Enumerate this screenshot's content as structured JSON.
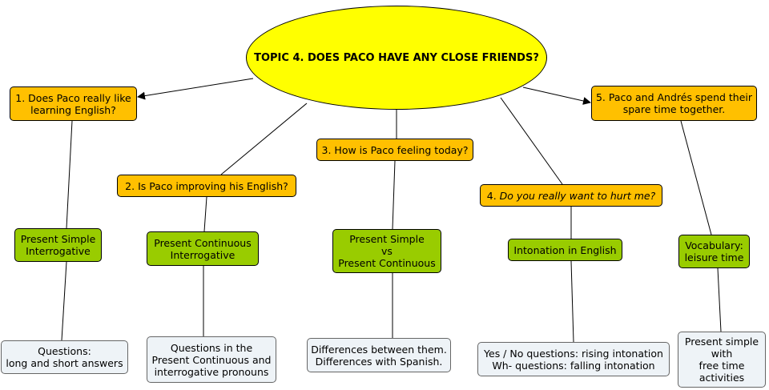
{
  "title": "TOPIC 4. DOES PACO HAVE ANY CLOSE FRIENDS?",
  "colors": {
    "root_fill": "#ffff00",
    "question_fill": "#ffc000",
    "grammar_fill": "#99cc00",
    "detail_fill": "#eef3f7"
  },
  "branches": [
    {
      "question": "1. Does Paco really like\nlearning English?",
      "grammar": "Present Simple\nInterrogative",
      "detail": "Questions:\nlong and short answers"
    },
    {
      "question": "2. Is Paco improving his English?",
      "grammar": "Present Continuous\nInterrogative",
      "detail": "Questions in the\nPresent Continuous and\ninterrogative pronouns"
    },
    {
      "question": "3. How is Paco feeling today?",
      "grammar": "Present Simple\nvs\nPresent Continuous",
      "detail": "Differences between them.\nDifferences with Spanish."
    },
    {
      "question_number": "4.",
      "question_text": "Do you really want to hurt me?",
      "grammar": "Intonation in English",
      "detail": "Yes / No questions: rising intonation\nWh- questions: falling intonation"
    },
    {
      "question": "5. Paco and Andrés spend their\nspare time together.",
      "grammar": "Vocabulary:\nleisure time",
      "detail": "Present simple\nwith\nfree time\nactivities"
    }
  ]
}
